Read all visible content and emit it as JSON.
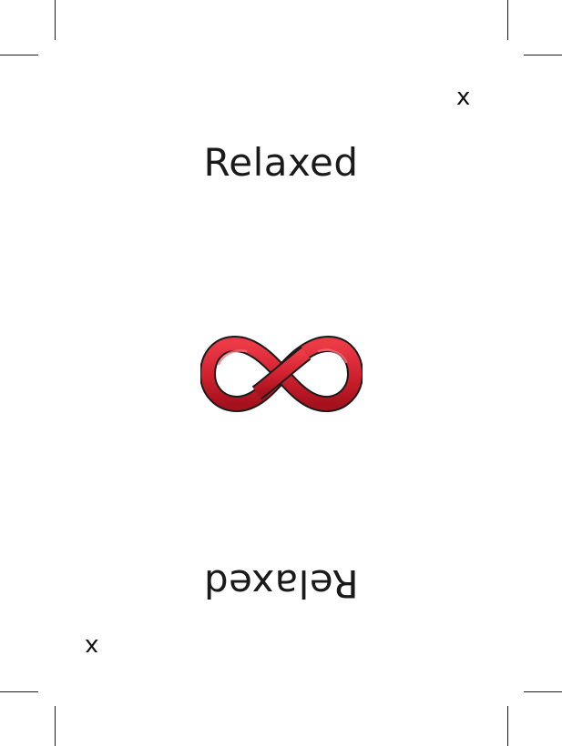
{
  "card": {
    "title": "Relaxed",
    "title_inverted": "Relaxed",
    "corner_index": "x",
    "corner_index_inverted": "x",
    "symbol": "infinity-icon",
    "symbol_color": "#d0202e",
    "background_color": "#ffffff",
    "text_color": "#1a1a1a"
  }
}
